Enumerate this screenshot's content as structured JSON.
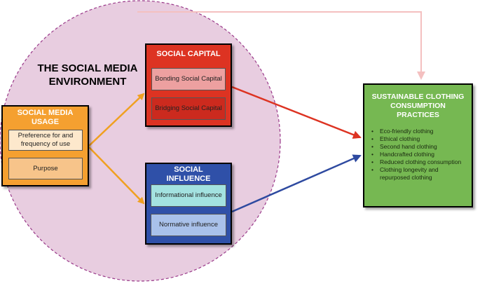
{
  "environment": {
    "title_line1": "THE SOCIAL MEDIA",
    "title_line2": "ENVIRONMENT"
  },
  "social_media_usage": {
    "title_line1": "SOCIAL MEDIA",
    "title_line2": "USAGE",
    "items": [
      "Preference for and frequency of use",
      "Purpose"
    ]
  },
  "social_capital": {
    "title": "SOCIAL CAPITAL",
    "items": [
      "Bonding Social Capital",
      "Bridging Social Capital"
    ]
  },
  "social_influence": {
    "title_line1": "SOCIAL",
    "title_line2": "INFLUENCE",
    "items": [
      "Informational influence",
      "Normative influence"
    ]
  },
  "sustainable_practices": {
    "title_line1": "SUSTAINABLE CLOTHING",
    "title_line2": "CONSUMPTION",
    "title_line3": "PRACTICES",
    "items": [
      "Eco-friendly clothing",
      "Ethical clothing",
      "Second hand clothing",
      "Handcrafted clothing",
      "Reduced clothing consumption",
      "Clothing longevity and repurposed clothing"
    ]
  },
  "colors": {
    "environment_fill": "#e8cde0",
    "environment_border": "#9a3a8a",
    "usage_orange": "#f5a030",
    "capital_red": "#dd3322",
    "influence_blue": "#2f50a8",
    "practices_green": "#76b852",
    "arrow_orange": "#f0a020",
    "arrow_red": "#dd3322",
    "arrow_blue": "#2e4aa0",
    "arrow_pink": "#f4c0c0"
  }
}
